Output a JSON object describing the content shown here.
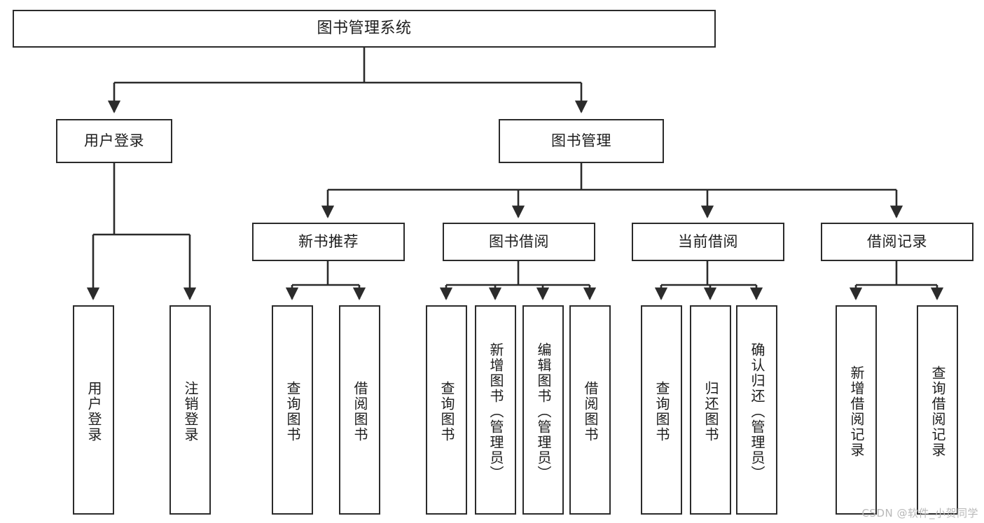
{
  "diagram": {
    "title": "图书管理系统",
    "type": "tree",
    "orientation": "top-down",
    "colors": {
      "box_border": "#2b2b2b",
      "box_fill": "#ffffff",
      "edge": "#2b2b2b",
      "text": "#1d1d1d",
      "watermark": "#b9b9b9",
      "background": "#ffffff"
    }
  },
  "nodes": {
    "root": {
      "label": "图书管理系统",
      "level": 1
    },
    "level2": [
      {
        "id": "user-login",
        "label": "用户登录"
      },
      {
        "id": "book-management",
        "label": "图书管理"
      }
    ],
    "level3": [
      {
        "id": "new-book-recommend",
        "label": "新书推荐"
      },
      {
        "id": "book-borrow",
        "label": "图书借阅"
      },
      {
        "id": "current-borrow",
        "label": "当前借阅"
      },
      {
        "id": "borrow-record",
        "label": "借阅记录"
      }
    ],
    "leaves": {
      "user-login": [
        {
          "id": "leaf-user-login",
          "label": "用户登录"
        },
        {
          "id": "leaf-logout-login",
          "label": "注销登录"
        }
      ],
      "new-book-recommend": [
        {
          "id": "leaf-query-book-1",
          "label": "查询图书"
        },
        {
          "id": "leaf-borrow-book-1",
          "label": "借阅图书"
        }
      ],
      "book-borrow": [
        {
          "id": "leaf-query-book-2",
          "label": "查询图书"
        },
        {
          "id": "leaf-add-book",
          "label": "新增图书（管理员）"
        },
        {
          "id": "leaf-edit-book",
          "label": "编辑图书（管理员）"
        },
        {
          "id": "leaf-borrow-book-2",
          "label": "借阅图书"
        }
      ],
      "current-borrow": [
        {
          "id": "leaf-query-book-3",
          "label": "查询图书"
        },
        {
          "id": "leaf-return-book",
          "label": "归还图书"
        },
        {
          "id": "leaf-confirm-return",
          "label": "确认归还（管理员）"
        }
      ],
      "borrow-record": [
        {
          "id": "leaf-add-record",
          "label": "新增借阅记录"
        },
        {
          "id": "leaf-query-record",
          "label": "查询借阅记录"
        }
      ]
    }
  },
  "watermark": {
    "text": "CSDN @软件_小贺同学"
  }
}
